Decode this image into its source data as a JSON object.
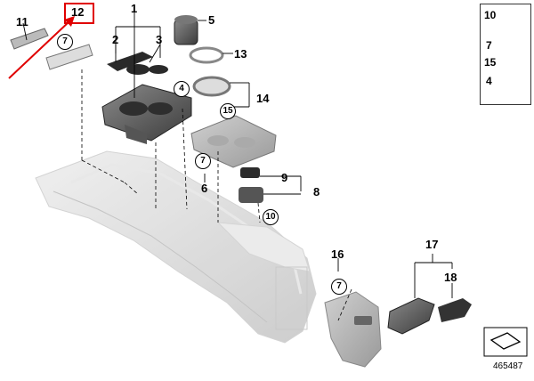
{
  "callouts": {
    "c1": "1",
    "c2": "2",
    "c3": "3",
    "c5": "5",
    "c6": "6",
    "c8": "8",
    "c9": "9",
    "c11": "11",
    "c12": "12",
    "c13": "13",
    "c14": "14",
    "c16": "16",
    "c17": "17",
    "c18": "18"
  },
  "circled": {
    "k7a": "7",
    "k4": "4",
    "k15": "15",
    "k7b": "7",
    "k10": "10",
    "k7c": "7"
  },
  "legend": {
    "n10": "10",
    "n7": "7",
    "n15": "15",
    "n4": "4"
  },
  "diagram_id": "465487",
  "colors": {
    "highlight": "#e00000",
    "part_fill": "#d9d9d9",
    "part_dark": "#4a4a4a"
  }
}
